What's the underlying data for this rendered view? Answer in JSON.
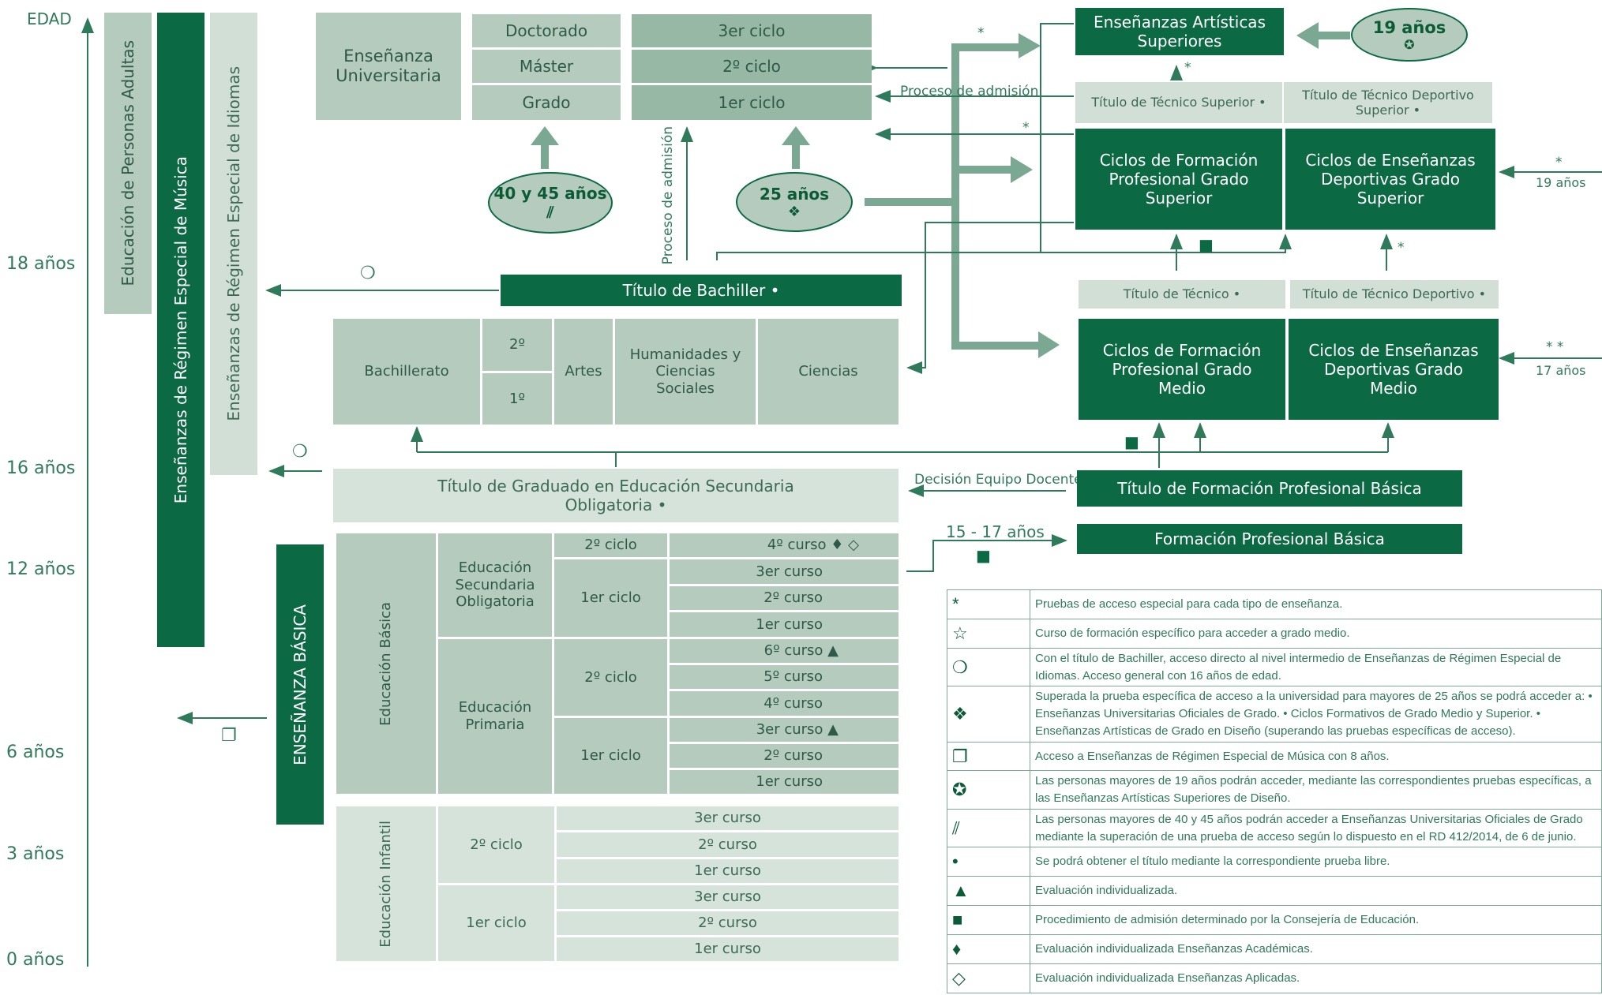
{
  "axis": {
    "title": "EDAD",
    "ages": [
      "18 años",
      "16 años",
      "12 años",
      "6 años",
      "3 años",
      "0 años"
    ]
  },
  "side": {
    "adultos": "Educación de Personas Adultas",
    "musica": "Enseñanzas de Régimen Especial de Música",
    "idiomas": "Enseñanzas de Régimen Especial de Idiomas",
    "basica": "ENSEÑANZA BÁSICA"
  },
  "univ": {
    "label": "Enseñanza Universitaria",
    "levels": [
      "Doctorado",
      "Máster",
      "Grado"
    ],
    "cycles": [
      "3er ciclo",
      "2º ciclo",
      "1er ciclo"
    ]
  },
  "ovals": {
    "o40": "40 y 45 años",
    "o25": "25 años",
    "o19": "19 años"
  },
  "labels": {
    "admision_h": "Proceso de admisión",
    "admision_v": "Proceso de admisión",
    "decision": "Decisión Equipo Docente",
    "fpb_age": "15 - 17 años",
    "age19": "19 años",
    "age17": "17 años"
  },
  "artisticas": "Enseñanzas Artísticas Superiores",
  "titulos": {
    "tec_sup": "Título de Técnico Superior •",
    "tec_dep_sup": "Título de Técnico Deportivo Superior •",
    "tec": "Título de Técnico •",
    "tec_dep": "Título de Técnico Deportivo •",
    "bachiller": "Título de Bachiller •",
    "eso": "Título de Graduado en Educación Secundaria Obligatoria •",
    "fpb": "Título de Formación Profesional Básica"
  },
  "ciclos": {
    "fp_sup": "Ciclos de Formación Profesional Grado Superior",
    "dep_sup": "Ciclos de Enseñanzas Deportivas Grado Superior",
    "fp_med": "Ciclos de Formación Profesional Grado Medio",
    "dep_med": "Ciclos de Enseñanzas Deportivas Grado Medio",
    "fpb": "Formación Profesional Básica"
  },
  "bach": {
    "label": "Bachillerato",
    "c2": "2º",
    "c1": "1º",
    "artes": "Artes",
    "hum": "Humanidades y Ciencias Sociales",
    "ciencias": "Ciencias"
  },
  "basica": {
    "label": "Educación Básica",
    "eso": "Educación Secundaria Obligatoria",
    "primaria": "Educación Primaria",
    "eso_cycles": [
      "2º ciclo",
      "1er ciclo"
    ],
    "eso_courses": [
      "4º curso ♦ ◇",
      "3er curso",
      "2º curso",
      "1er curso"
    ],
    "prim_cycles": [
      "2º ciclo",
      "1er ciclo"
    ],
    "prim_courses": [
      "6º curso ▲",
      "5º curso",
      "4º curso",
      "3er curso ▲",
      "2º curso",
      "1er curso"
    ]
  },
  "infantil": {
    "label": "Educación Infantil",
    "cycles": [
      "2º ciclo",
      "1er ciclo"
    ],
    "courses": [
      "3er curso",
      "2º curso",
      "1er curso",
      "3er curso",
      "2º curso",
      "1er curso"
    ]
  },
  "legend": [
    {
      "sym": "*",
      "text": "Pruebas de acceso especial para cada tipo de enseñanza."
    },
    {
      "sym": "☆",
      "text": "Curso de formación específico para acceder a grado medio."
    },
    {
      "sym": "❍",
      "text": "Con el título de Bachiller, acceso directo al nivel intermedio de Enseñanzas de Régimen Especial de Idiomas. Acceso general con 16 años de edad."
    },
    {
      "sym": "❖",
      "text": "Superada la prueba específica de acceso a la universidad para mayores de 25 años se podrá acceder a: • Enseñanzas Universitarias Oficiales de Grado. • Ciclos Formativos de Grado Medio y Superior. • Enseñanzas Artísticas de Grado en Diseño (superando las pruebas específicas de acceso)."
    },
    {
      "sym": "❐",
      "text": "Acceso a Enseñanzas de Régimen Especial de Música con 8 años."
    },
    {
      "sym": "✪",
      "text": "Las personas mayores de 19 años podrán acceder, mediante las correspondientes pruebas específicas, a las Enseñanzas Artísticas Superiores de Diseño."
    },
    {
      "sym": "⫽",
      "text": "Las personas mayores de 40 y 45 años podrán acceder a Enseñanzas Universitarias Oficiales de Grado mediante la superación de una prueba de acceso según lo dispuesto en el RD 412/2014, de 6 de junio."
    },
    {
      "sym": "•",
      "text": "Se podrá obtener el título mediante la correspondiente prueba libre."
    },
    {
      "sym": "▲",
      "text": "Evaluación individualizada."
    },
    {
      "sym": "■",
      "text": "Procedimiento de admisión determinado por la Consejería de Educación."
    },
    {
      "sym": "♦",
      "text": "Evaluación individualizada Enseñanzas Académicas."
    },
    {
      "sym": "◇",
      "text": "Evaluación individualizada Enseñanzas Aplicadas."
    }
  ],
  "marks": {
    "star": "*",
    "moon": "❍",
    "square": "■",
    "frame": "❐",
    "diamond4": "❖",
    "ring": "✪",
    "hatch": "⫽",
    "stars2": "*  *"
  },
  "colors": {
    "dark": "#0b6a43",
    "light": "#b4cbbd",
    "pale": "#d6e3da",
    "line": "#2f7a5a",
    "arrow": "#7aa892"
  }
}
